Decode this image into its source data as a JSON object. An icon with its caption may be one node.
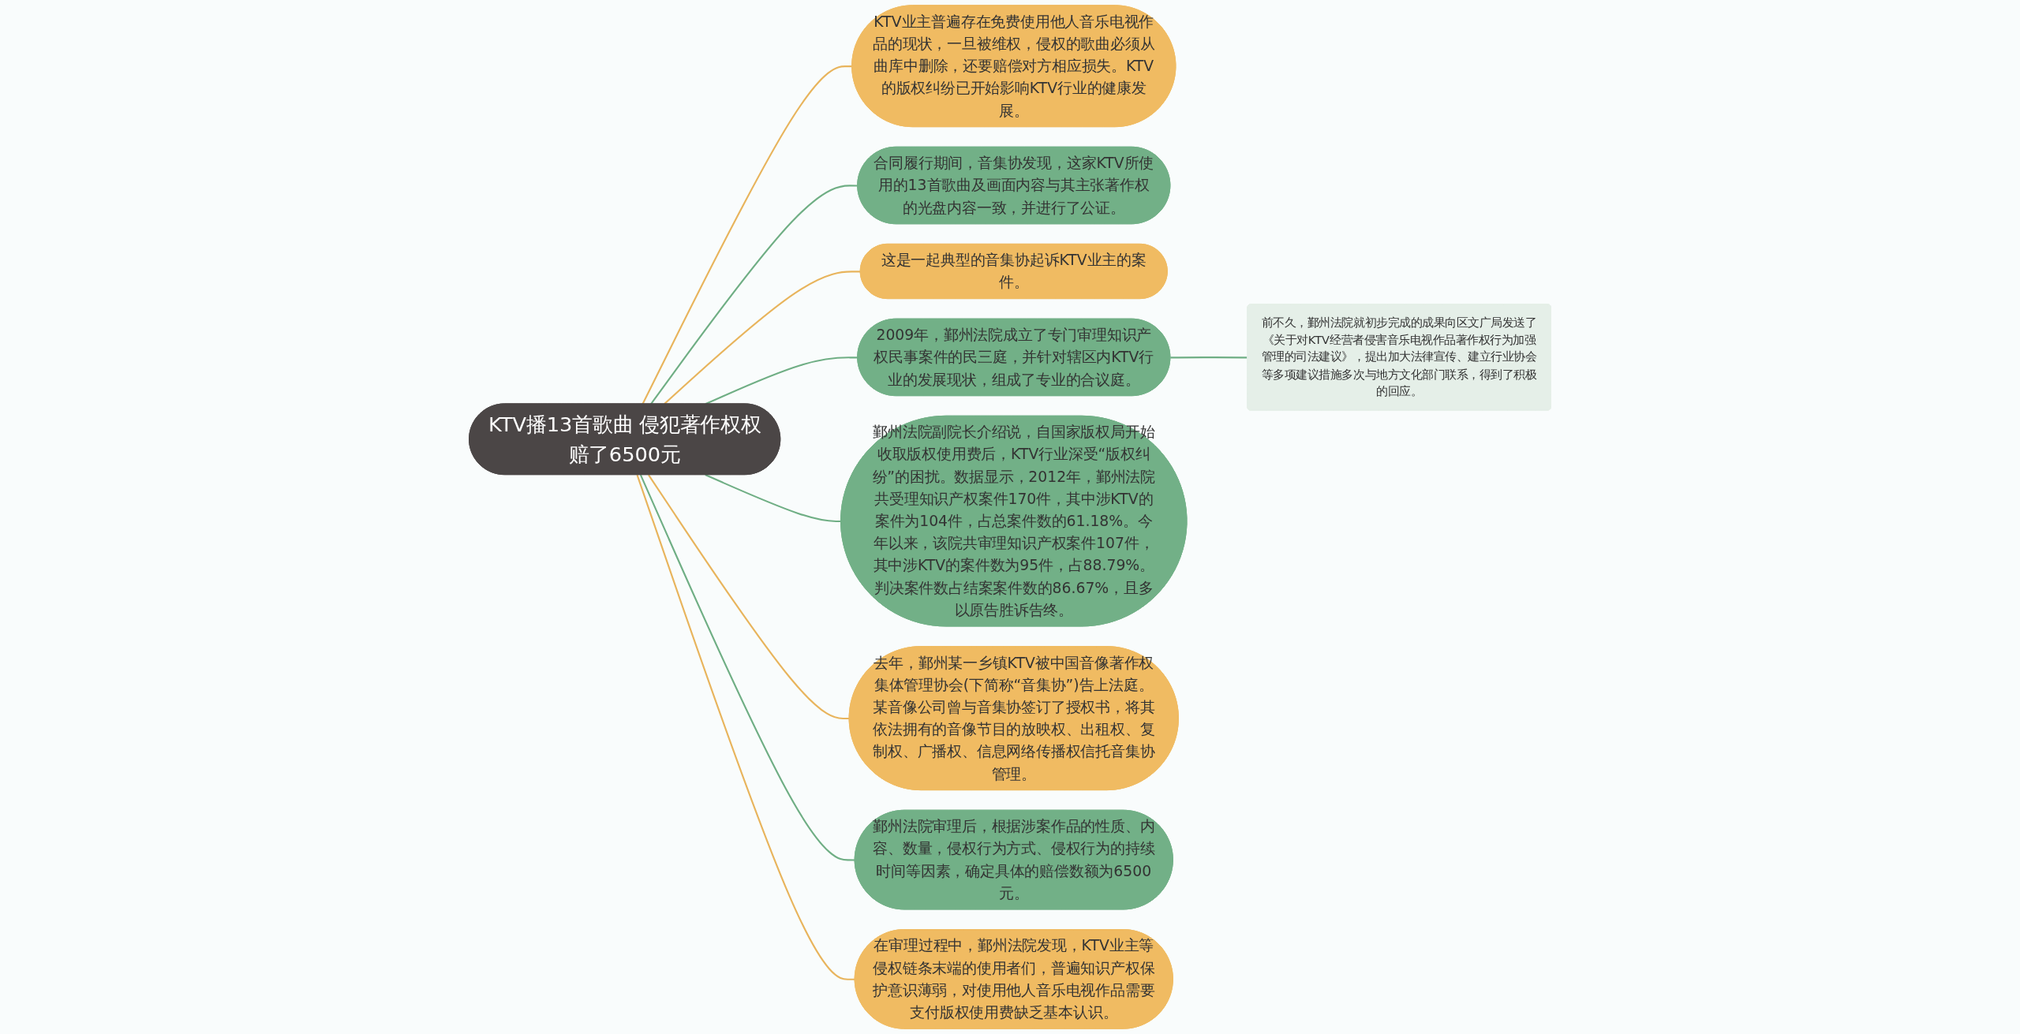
{
  "diagram": {
    "nodes": [
      {
        "text": [
          "KTV播13首歌曲 侵犯著作权权赔了6500元"
        ]
      },
      {
        "text": [
          "KTV业主普遍存在免费使用他人音乐电视作品的现状，一旦被维权，侵权的歌曲必须从曲库中删除，还要赔偿对方相应损失。KTV的版权纠纷已开始影响KTV行业的健康发展。"
        ]
      },
      {
        "text": [
          "合同履行期间，音集协发现，这家KTV所使用的13首歌曲及画面内容与其主张著作权的光盘内容一致，并进行了公证。"
        ]
      },
      {
        "text": [
          "这是一起典型的音集协起诉KTV业主的案件。"
        ]
      },
      {
        "text": [
          "2009年，鄞州法院成立了专门审理知识产权民事案件的民三庭，并针对辖区内KTV行业的发展现状，组成了专业的合议庭。"
        ]
      },
      {
        "text": [
          "前不久，鄞州法院就初步完成的成果向区文广局发送了《关于对KTV经营者侵害音乐电视作品著作权行为加强管理的司法建议》，提出加大法律宣传、建立行业协会等多项建议措施多次与地方文化部门联系，得到了积极的回应。"
        ]
      },
      {
        "text": [
          "鄞州法院副院长介绍说，自国家版权局开始收取版权使用费后，KTV行业深受“版权纠纷”的困扰。数据显示，2012年，鄞州法院共受理知识产权案件170件，其中涉KTV的案件为104件，占总案件数的61.18%。今年以来，该院共审理知识产权案件107件，其中涉KTV的案件数为95件，占88.79%。判决案件数占结案案件数的86.67%，且多以原告胜诉告终。"
        ]
      },
      {
        "text": [
          "去年，鄞州某一乡镇KTV被中国音像著作权集体管理协会(下简称“音集协”)告上法庭。某音像公司曾与音集协签订了授权书，将其依法拥有的音像节目的放映权、出租权、复制权、广播权、信息网络传播权信托音集协管理。"
        ]
      },
      {
        "text": [
          "鄞州法院审理后，根据涉案作品的性质、内容、数量，侵权行为方式、侵权行为的持续时间等因素，确定具体的赔偿数额为6500元。"
        ]
      },
      {
        "text": [
          "在审理过程中，鄞州法院发现，KTV业主等侵权链条末端的使用者们，普遍知识产权保护意识薄弱，对使用他人音乐电视作品需要支付版权使用费缺乏基本认识。"
        ]
      }
    ],
    "edges": [
      {
        "from": 0,
        "to": 1,
        "arrow": "none",
        "color": "#e8b45c"
      },
      {
        "from": 0,
        "to": 2,
        "arrow": "none",
        "color": "#6fae84"
      },
      {
        "from": 0,
        "to": 3,
        "arrow": "none",
        "color": "#e8b45c"
      },
      {
        "from": 0,
        "to": 4,
        "arrow": "none",
        "color": "#6fae84"
      },
      {
        "from": 4,
        "to": 5,
        "arrow": "none",
        "color": "#6fae84"
      },
      {
        "from": 0,
        "to": 6,
        "arrow": "none",
        "color": "#6fae84"
      },
      {
        "from": 0,
        "to": 7,
        "arrow": "none",
        "color": "#e8b45c"
      },
      {
        "from": 0,
        "to": 8,
        "arrow": "none",
        "color": "#6fae84"
      },
      {
        "from": 0,
        "to": 9,
        "arrow": "none",
        "color": "#e8b45c"
      }
    ]
  }
}
